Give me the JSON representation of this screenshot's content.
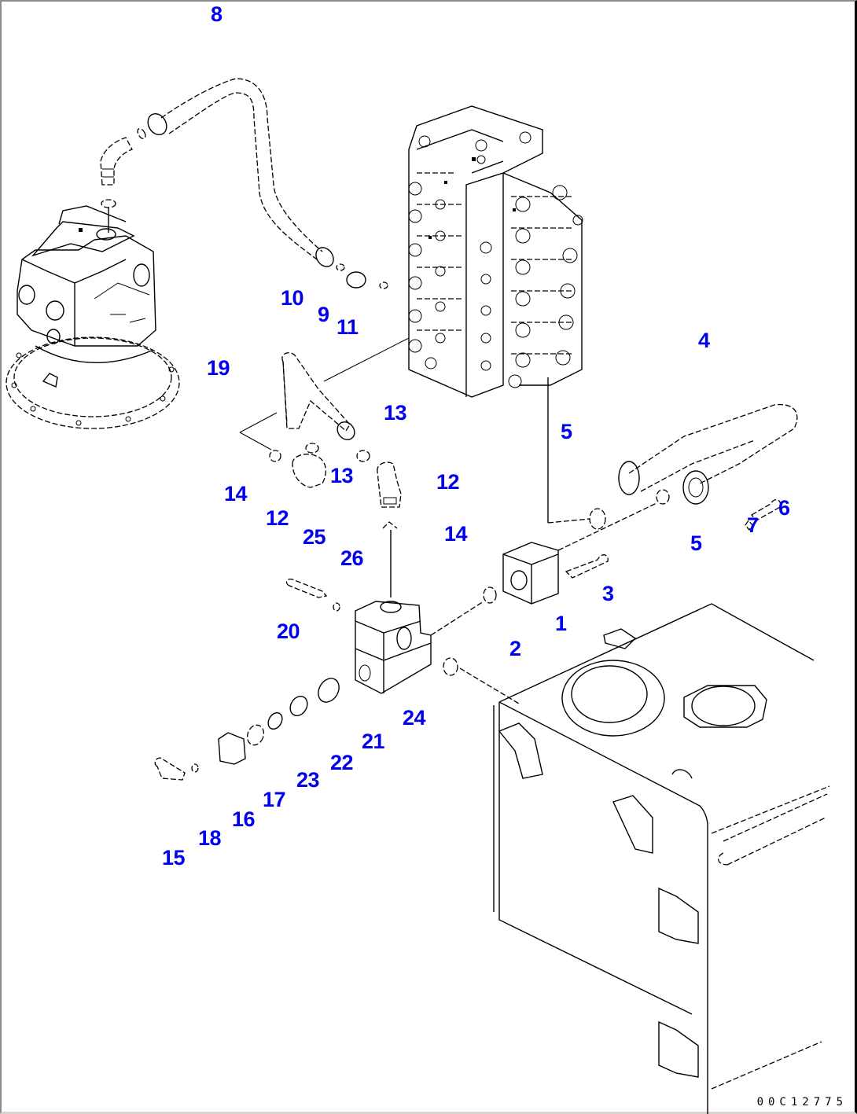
{
  "diagram": {
    "type": "exploded parts diagram",
    "subject": "hydraulic piping: swing motor, control valve, hoses, valve block and hydraulic tank",
    "drawing_code": "00C12775",
    "label_color": "#0000ee",
    "line_color": "#000000",
    "background": "#ffffff"
  },
  "components": {
    "swing_motor": "swing-motor",
    "control_valve": "control-valve",
    "hydraulic_tank": "hydraulic-tank"
  },
  "callouts": [
    {
      "id": "c1",
      "text": "1"
    },
    {
      "id": "c2",
      "text": "2"
    },
    {
      "id": "c3",
      "text": "3"
    },
    {
      "id": "c4",
      "text": "4"
    },
    {
      "id": "c5a",
      "text": "5"
    },
    {
      "id": "c5b",
      "text": "5"
    },
    {
      "id": "c6",
      "text": "6"
    },
    {
      "id": "c7",
      "text": "7"
    },
    {
      "id": "c8",
      "text": "8"
    },
    {
      "id": "c9",
      "text": "9"
    },
    {
      "id": "c10",
      "text": "10"
    },
    {
      "id": "c11",
      "text": "11"
    },
    {
      "id": "c12a",
      "text": "12"
    },
    {
      "id": "c12b",
      "text": "12"
    },
    {
      "id": "c13a",
      "text": "13"
    },
    {
      "id": "c13b",
      "text": "13"
    },
    {
      "id": "c14a",
      "text": "14"
    },
    {
      "id": "c14b",
      "text": "14"
    },
    {
      "id": "c15",
      "text": "15"
    },
    {
      "id": "c16",
      "text": "16"
    },
    {
      "id": "c17",
      "text": "17"
    },
    {
      "id": "c18",
      "text": "18"
    },
    {
      "id": "c19",
      "text": "19"
    },
    {
      "id": "c20",
      "text": "20"
    },
    {
      "id": "c21",
      "text": "21"
    },
    {
      "id": "c22",
      "text": "22"
    },
    {
      "id": "c23",
      "text": "23"
    },
    {
      "id": "c24",
      "text": "24"
    },
    {
      "id": "c25",
      "text": "25"
    },
    {
      "id": "c26",
      "text": "26"
    }
  ]
}
